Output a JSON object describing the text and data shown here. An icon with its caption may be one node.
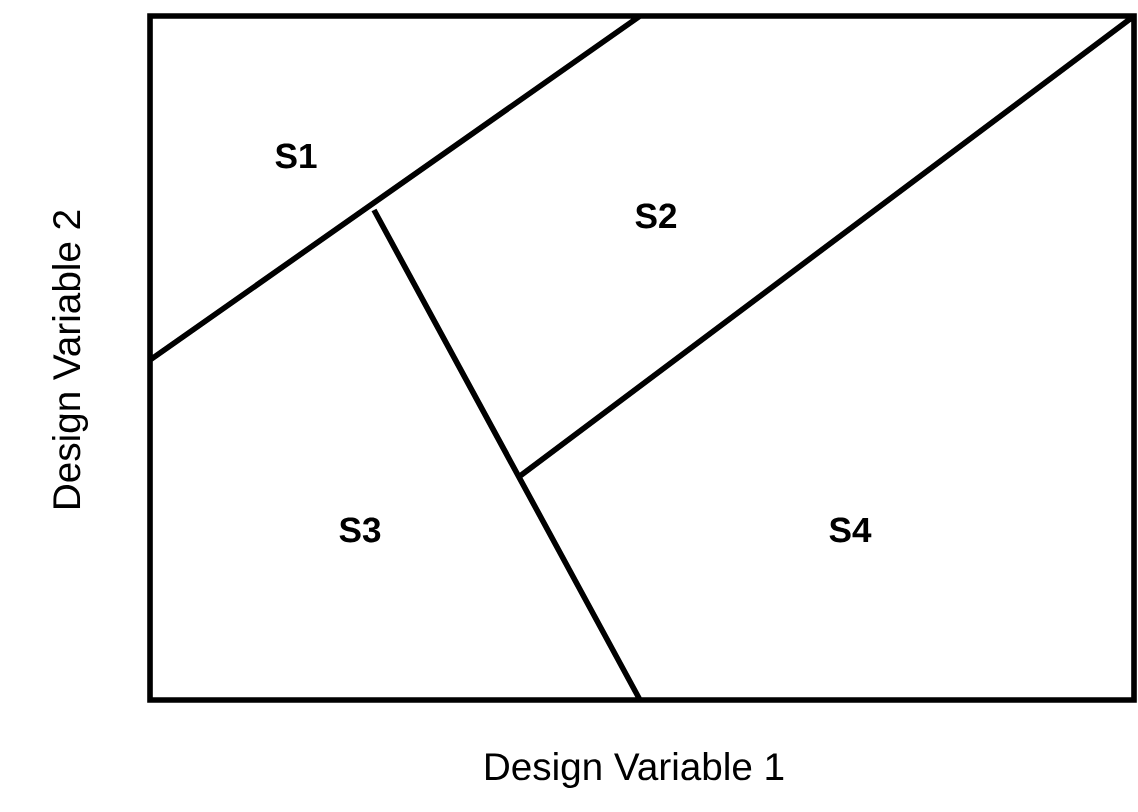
{
  "diagram": {
    "labels": [
      "S1",
      "S2",
      "S3",
      "S4",
      "Design Variable 2",
      "Design Variable 1"
    ]
  }
}
